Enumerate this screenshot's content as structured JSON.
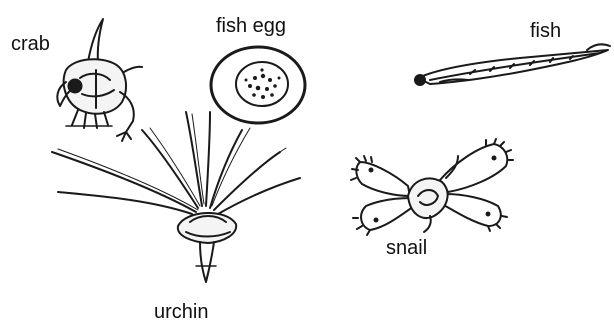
{
  "labels": {
    "crab": "crab",
    "fish_egg": "fish egg",
    "fish": "fish",
    "snail": "snail",
    "urchin": "urchin"
  },
  "colors": {
    "ink": "#1a1a1a",
    "background": "#ffffff"
  }
}
